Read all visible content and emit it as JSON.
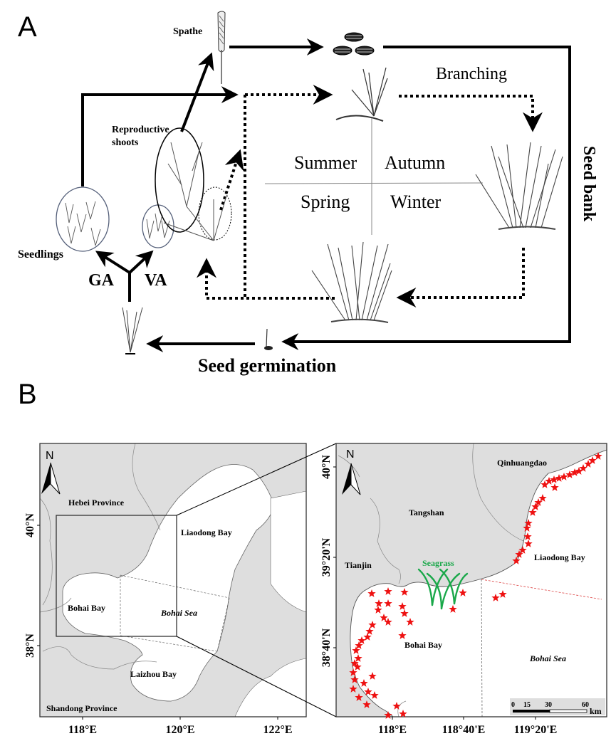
{
  "panels": {
    "a": {
      "letter": "A",
      "labels": {
        "spathe": "Spathe",
        "branching": "Branching",
        "reproductive_shoots_line1": "Reproductive",
        "reproductive_shoots_line2": "shoots",
        "seedlings": "Seedlings",
        "ga": "GA",
        "va": "VA",
        "seed_germination": "Seed germination",
        "seed_bank": "Seed bank"
      },
      "seasons": {
        "top_left": "Summer",
        "top_right": "Autumn",
        "bottom_left": "Spring",
        "bottom_right": "Winter"
      },
      "icons": [
        "spathe-icon",
        "seeds-icon",
        "young-plant-icon",
        "branched-plant-icon",
        "winter-plant-icon",
        "germinating-seed-icon",
        "seedling-icon",
        "seedlings-cluster-icon",
        "reproductive-shoot-icon"
      ]
    },
    "b": {
      "letter": "B",
      "overview_map": {
        "north_label": "N",
        "labels": {
          "hebei": "Hebei Province",
          "liaodong": "Liaodong Bay",
          "bohai_bay": "Bohai Bay",
          "bohai_sea": "Bohai Sea",
          "laizhou": "Laizhou Bay",
          "shandong": "Shandong Province"
        },
        "x_ticks": [
          "118°E",
          "120°E",
          "122°E"
        ],
        "y_ticks": [
          "40°N",
          "38°N"
        ]
      },
      "detail_map": {
        "north_label": "N",
        "labels": {
          "qinhuangdao": "Qinhuangdao",
          "tangshan": "Tangshan",
          "tianjin": "Tianjin",
          "seagrass": "Seagrass",
          "liaodong": "Liaodong Bay",
          "bohai_bay": "Bohai Bay",
          "bohai_sea": "Bohai Sea"
        },
        "x_ticks": [
          "118°E",
          "118°40'E",
          "119°20'E"
        ],
        "y_ticks": [
          "40°N",
          "39°20'N",
          "38°40'N"
        ],
        "scale_bar": {
          "ticks": [
            "0",
            "15",
            "30",
            "60"
          ],
          "unit": "km"
        },
        "marker_legend": {
          "star_color": "#ee1111",
          "seagrass_color": "#1aa84a"
        }
      }
    }
  },
  "colors": {
    "land": "#dedede",
    "sea": "#ffffff",
    "stroke": "#000000",
    "boundary": "#777777",
    "star": "#ee1111",
    "seagrass": "#1aa84a",
    "transect": "#d44"
  }
}
